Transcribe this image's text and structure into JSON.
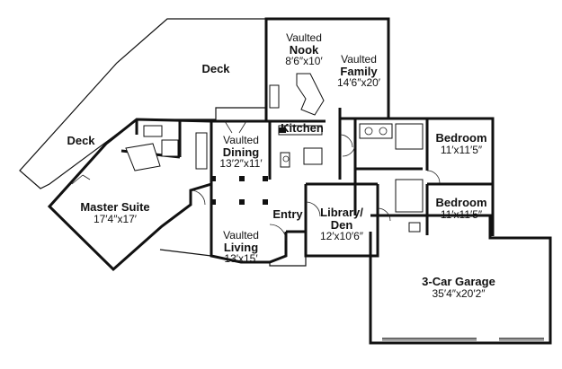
{
  "rooms": {
    "deck_upper": {
      "name": "Deck"
    },
    "deck_left": {
      "name": "Deck"
    },
    "nook": {
      "prefix": "Vaulted",
      "name": "Nook",
      "dims": "8′6″x10′"
    },
    "family": {
      "prefix": "Vaulted",
      "name": "Family",
      "dims": "14′6″x20′"
    },
    "kitchen": {
      "name": "Kitchen"
    },
    "dining": {
      "prefix": "Vaulted",
      "name": "Dining",
      "dims": "13′2″x11′"
    },
    "master": {
      "name": "Master Suite",
      "dims": "17′4″x17′"
    },
    "entry": {
      "name": "Entry"
    },
    "living": {
      "prefix": "Vaulted",
      "name": "Living",
      "dims": "13′x15′"
    },
    "library": {
      "name": "Library/\nDen",
      "name_line1": "Library/",
      "name_line2": "Den",
      "dims": "12′x10′6″"
    },
    "bedroom1": {
      "name": "Bedroom",
      "dims": "11′x11′5″"
    },
    "bedroom2": {
      "name": "Bedroom",
      "dims": "11′x11′5″"
    },
    "garage": {
      "name": "3-Car Garage",
      "dims": "35′4″x20′2″"
    }
  }
}
